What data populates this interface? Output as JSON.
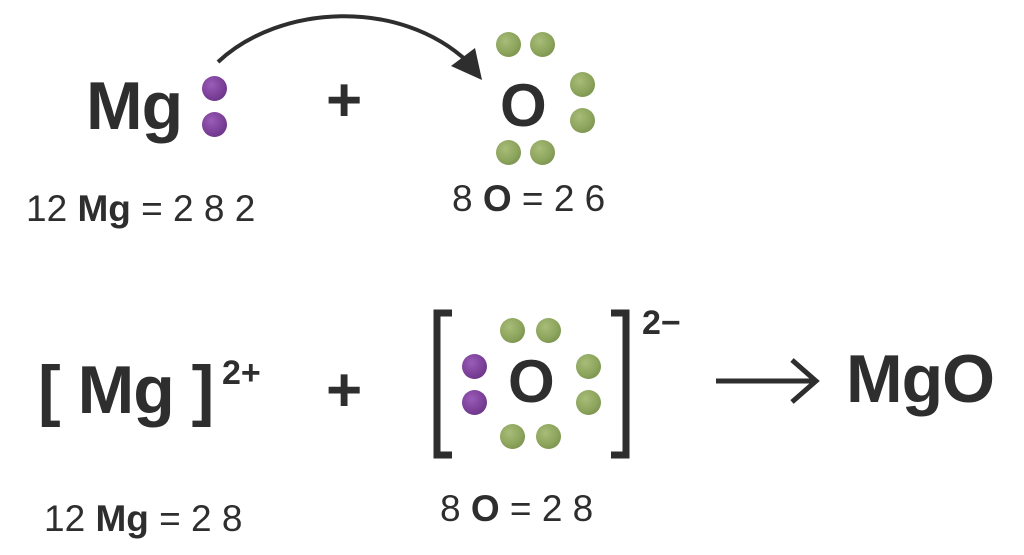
{
  "top": {
    "mg_symbol": "Mg",
    "plus": "+",
    "o_symbol": "O",
    "mg_config": {
      "number": "12",
      "symbol": "Mg",
      "equals": "=",
      "shells": "2 8 2"
    },
    "o_config": {
      "number": "8",
      "symbol": "O",
      "equals": "=",
      "shells": "2 6"
    }
  },
  "bottom": {
    "mg_ion": {
      "open_bracket": "[",
      "symbol": "Mg",
      "close_bracket": "]",
      "charge": "2+"
    },
    "plus": "+",
    "o_ion": {
      "symbol": "O",
      "charge": "2−"
    },
    "product": "MgO",
    "mg_config": {
      "number": "12",
      "symbol": "Mg",
      "equals": "=",
      "shells": "2 8"
    },
    "o_config": {
      "number": "8",
      "symbol": "O",
      "equals": "=",
      "shells": "2 8"
    }
  },
  "colors": {
    "magnesium_electron": "#7a3f97",
    "oxygen_electron": "#8ba35b",
    "text": "#2e2e2e"
  },
  "icons": {
    "transfer_arrow": "curved-arrow-icon",
    "reaction_arrow": "right-arrow-icon"
  }
}
